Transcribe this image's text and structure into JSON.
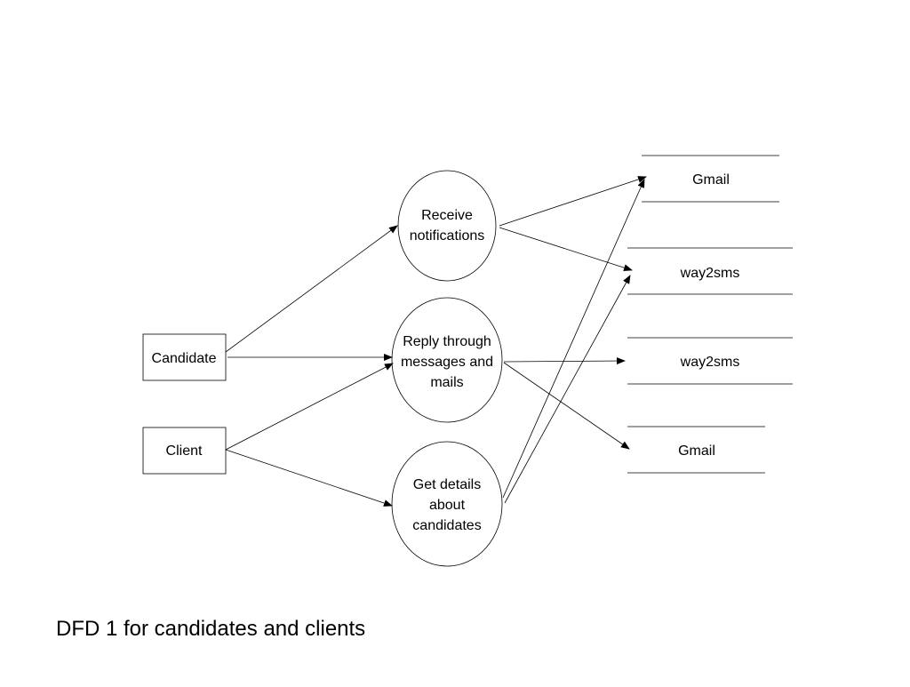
{
  "diagram": {
    "caption": "DFD 1 for candidates and clients",
    "entities": {
      "candidate": "Candidate",
      "client": "Client"
    },
    "processes": {
      "receive_notifications": [
        "Receive",
        "notifications"
      ],
      "reply_messages_mails": [
        "Reply through",
        "messages and",
        "mails"
      ],
      "get_candidate_details": [
        "Get details",
        "about",
        "candidates"
      ]
    },
    "stores": {
      "gmail_top": "Gmail",
      "way2sms_upper": "way2sms",
      "way2sms_lower": "way2sms",
      "gmail_bottom": "Gmail"
    },
    "flows": [
      {
        "from": "Candidate",
        "to": "Receive notifications"
      },
      {
        "from": "Candidate",
        "to": "Reply through messages and mails"
      },
      {
        "from": "Client",
        "to": "Reply through messages and mails"
      },
      {
        "from": "Client",
        "to": "Get details about candidates"
      },
      {
        "from": "Receive notifications",
        "to": "Gmail"
      },
      {
        "from": "Receive notifications",
        "to": "way2sms"
      },
      {
        "from": "Reply through messages and mails",
        "to": "way2sms"
      },
      {
        "from": "Reply through messages and mails",
        "to": "Gmail"
      },
      {
        "from": "Get details about candidates",
        "to": "Gmail"
      },
      {
        "from": "Get details about candidates",
        "to": "way2sms"
      }
    ]
  }
}
